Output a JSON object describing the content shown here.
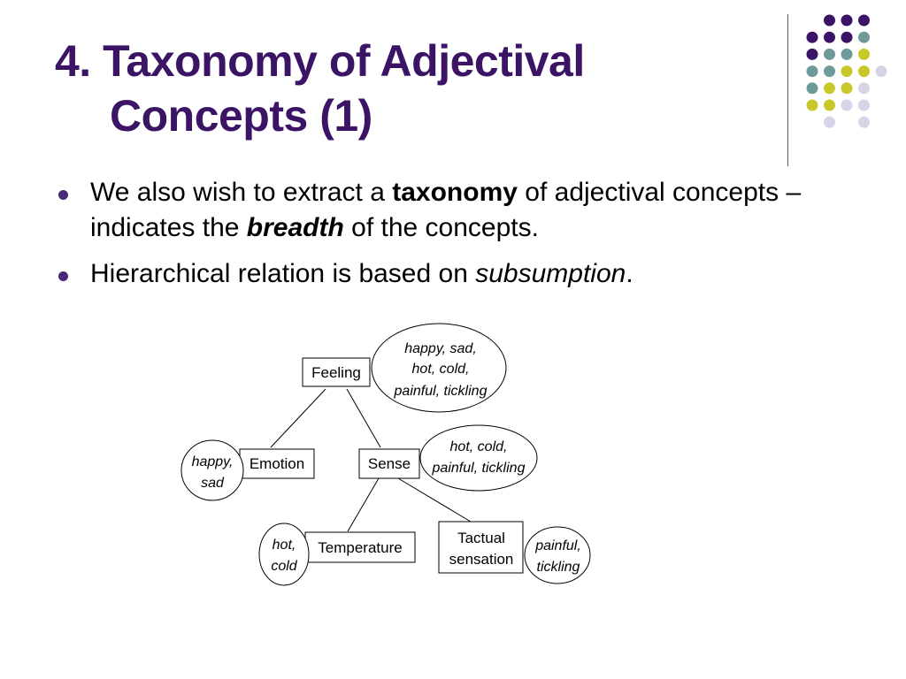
{
  "slide": {
    "title_line1": "4. Taxonomy of Adjectival",
    "title_line2": "Concepts (1)",
    "colors": {
      "title": "#3b1466",
      "dot_purple": "#3b1466",
      "dot_teal": "#6f9a9a",
      "dot_yellow": "#c8c82a",
      "dot_lavender": "#d6d4e6",
      "bullet": "#4a2a78"
    }
  },
  "bullets": [
    {
      "parts": [
        {
          "text": "We also wish to extract a ",
          "style": "normal"
        },
        {
          "text": "taxonomy",
          "style": "bold"
        },
        {
          "text": " of adjectival concepts – indicates the ",
          "style": "normal"
        },
        {
          "text": "breadth",
          "style": "bold-italic"
        },
        {
          "text": " of the concepts.",
          "style": "normal"
        }
      ]
    },
    {
      "parts": [
        {
          "text": "Hierarchical relation is based on ",
          "style": "normal"
        },
        {
          "text": "subsumption",
          "style": "italic"
        },
        {
          "text": ".",
          "style": "normal"
        }
      ]
    }
  ],
  "diagram": {
    "nodes": {
      "feeling": "Feeling",
      "emotion": "Emotion",
      "sense": "Sense",
      "temperature": "Temperature",
      "tactual_line1": "Tactual",
      "tactual_line2": "sensation"
    },
    "ellipses": {
      "feeling": [
        "happy, sad,",
        "hot, cold,",
        "painful, tickling"
      ],
      "emotion": [
        "happy,",
        "sad"
      ],
      "sense": [
        "hot, cold,",
        "painful, tickling"
      ],
      "temperature": [
        "hot,",
        "cold"
      ],
      "tactual": [
        "painful,",
        "tickling"
      ]
    }
  }
}
